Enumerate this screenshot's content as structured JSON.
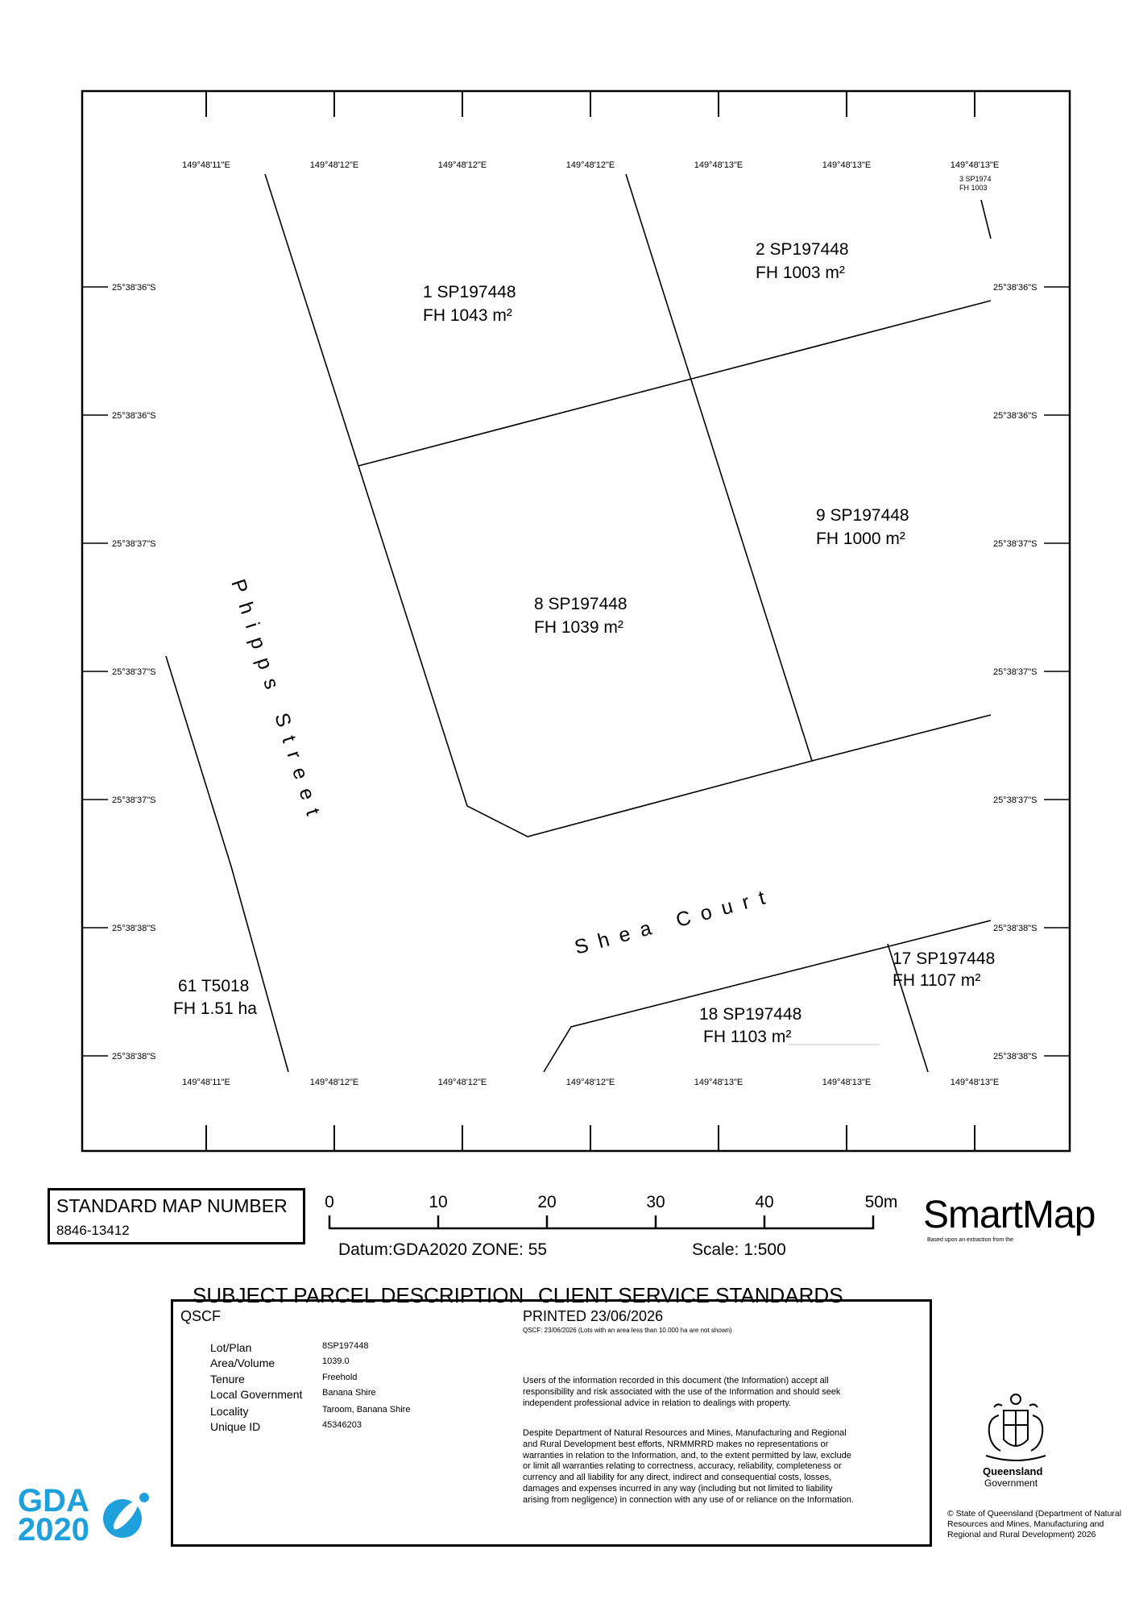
{
  "map": {
    "top_longitudes": [
      "149°48'11\"E",
      "149°48'12\"E",
      "149°48'12\"E",
      "149°48'12\"E",
      "149°48'13\"E",
      "149°48'13\"E",
      "149°48'13\"E"
    ],
    "bottom_longitudes": [
      "149°48'11\"E",
      "149°48'12\"E",
      "149°48'12\"E",
      "149°48'12\"E",
      "149°48'13\"E",
      "149°48'13\"E",
      "149°48'13\"E"
    ],
    "left_latitudes": [
      "25°38'36\"S",
      "25°38'36\"S",
      "25°38'37\"S",
      "25°38'37\"S",
      "25°38'37\"S",
      "25°38'38\"S",
      "25°38'38\"S"
    ],
    "right_latitudes": [
      "25°38'36\"S",
      "25°38'36\"S",
      "25°38'37\"S",
      "25°38'37\"S",
      "25°38'37\"S",
      "25°38'38\"S",
      "25°38'38\"S"
    ],
    "parcels": [
      {
        "id": "lot1",
        "line1": "1  SP197448",
        "line2": "FH 1043 m²"
      },
      {
        "id": "lot2",
        "line1": "2  SP197448",
        "line2": "FH 1003 m²"
      },
      {
        "id": "lot9",
        "line1": "9  SP197448",
        "line2": "FH 1000 m²"
      },
      {
        "id": "lot8",
        "line1": "8  SP197448",
        "line2": "FH 1039 m²"
      },
      {
        "id": "lot17",
        "line1": "17 SP197448",
        "line2": "FH 1107 m²"
      },
      {
        "id": "lot18",
        "line1": "18 SP197448",
        "line2": "FH 1103 m²"
      },
      {
        "id": "lot61",
        "line1": "61 T5018",
        "line2": "FH 1.51 ha"
      },
      {
        "id": "lot3",
        "line1": "3 SP1974",
        "line2": "FH 1003"
      }
    ],
    "streets": {
      "phipps": "Phipps Street",
      "shea": "Shea Court"
    }
  },
  "standard_map": {
    "title": "STANDARD MAP NUMBER",
    "number": "8846-13412"
  },
  "scale_bar": {
    "ticks": [
      "0",
      "10",
      "20",
      "30",
      "40",
      "50m"
    ],
    "datum": "Datum:GDA2020 ZONE: 55",
    "scale": "Scale: 1:500"
  },
  "brand": {
    "name": "SmartMap",
    "tagline": "Based upon an extraction from the"
  },
  "sections": {
    "subject": "SUBJECT PARCEL DESCRIPTION",
    "client": "CLIENT SERVICE STANDARDS"
  },
  "parcel": {
    "code": "QSCF",
    "rows": [
      {
        "label": "Lot/Plan",
        "value": "8SP197448"
      },
      {
        "label": "Area/Volume",
        "value": "1039.0"
      },
      {
        "label": "Tenure",
        "value": "Freehold"
      },
      {
        "label": "Local Government",
        "value": "Banana Shire"
      },
      {
        "label": "Locality",
        "value": "Taroom, Banana Shire"
      },
      {
        "label": "Unique ID",
        "value": "45346203"
      }
    ]
  },
  "client": {
    "printed": "PRINTED 23/06/2026",
    "note": "QSCF: 23/06/2026 (Lots with an area less than 10.000 ha are not shown)",
    "para1": "Users of the information recorded in this document (the Information) accept all responsibility and risk associated with the use of the Information and should seek independent professional advice in relation to dealings with property.",
    "para2": "Despite Department of Natural Resources and Mines, Manufacturing and Regional and Rural Development best efforts, NRMMRRD makes no representations or warranties in relation to the Information, and, to the extent permitted by law, exclude or limit all warranties relating to correctness, accuracy, reliability, completeness or currency and all liability for any direct, indirect and consequential costs, losses, damages and expenses incurred in any way (including but not limited to liability arising from negligence) in connection with any use of or reliance on the Information."
  },
  "gda": {
    "line1": "GDA",
    "line2": "2020"
  },
  "qld": {
    "line1": "Queensland",
    "line2": "Government"
  },
  "copyright": "© State of Queensland (Department of Natural Resources and Mines, Manufacturing and Regional and Rural Development) 2026",
  "colors": {
    "gda_blue": "#1ea0dc",
    "ink": "#000000"
  }
}
